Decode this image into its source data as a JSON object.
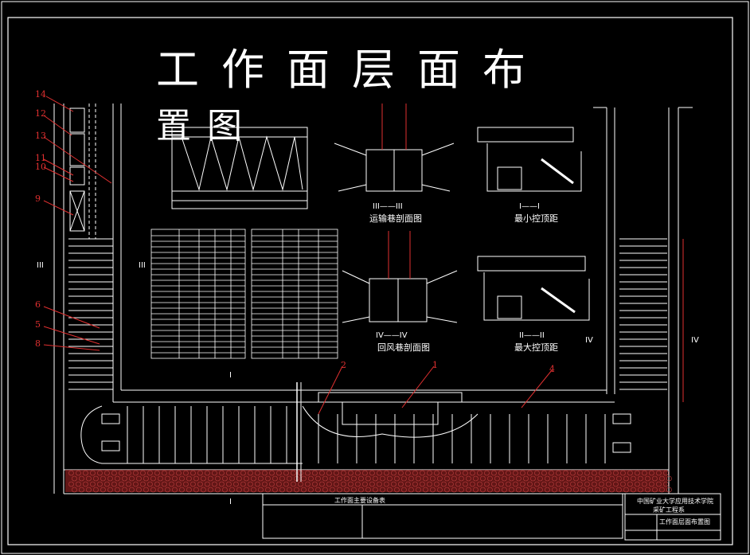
{
  "title": {
    "line1": "工作面层面布",
    "line2": "置图"
  },
  "sections": {
    "transport": {
      "mark": "III——III",
      "caption": "运输巷剖面图"
    },
    "return_air": {
      "mark": "IV——IV",
      "caption": "回风巷剖面图"
    },
    "min_roof": {
      "mark": "I——I",
      "caption": "最小控顶距"
    },
    "max_roof": {
      "mark": "II——II",
      "caption": "最大控顶距"
    }
  },
  "markers": {
    "left_iii": "III",
    "mid_iii": "III",
    "right_iv_a": "IV",
    "right_iv_b": "IV",
    "top_i": "I",
    "bottom_i": "I"
  },
  "callouts": [
    "14",
    "12",
    "13",
    "11",
    "10",
    "9",
    "6",
    "5",
    "8",
    "2",
    "1",
    "4"
  ],
  "title_block": {
    "school": "中国矿业大学应用技术学院",
    "dept": "采矿工程系",
    "drawing_name": "工作面层面布置图"
  },
  "equipment_table": {
    "title": "工作面主要设备表"
  },
  "colors": {
    "line": "#ffffff",
    "red": "#e03030",
    "gob": "#8b2020"
  }
}
